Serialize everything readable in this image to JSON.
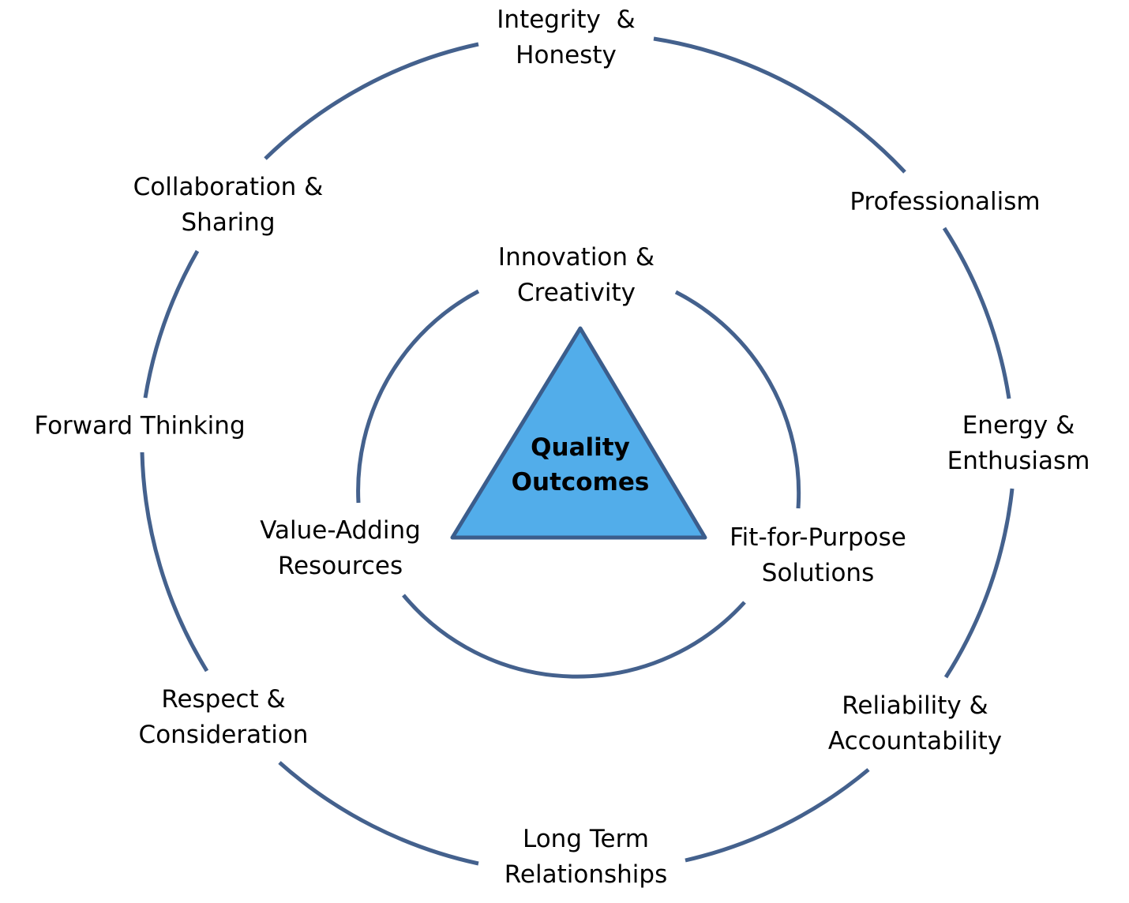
{
  "outer_values": [
    {
      "id": "integrity",
      "text": "Integrity  &\nHonesty"
    },
    {
      "id": "professionalism",
      "text": "Professionalism"
    },
    {
      "id": "energy",
      "text": "Energy &\nEnthusiasm"
    },
    {
      "id": "reliability",
      "text": "Reliability &\nAccountability"
    },
    {
      "id": "long-term",
      "text": "Long Term\nRelationships"
    },
    {
      "id": "respect",
      "text": "Respect &\nConsideration"
    },
    {
      "id": "forward",
      "text": "Forward Thinking"
    },
    {
      "id": "collaboration",
      "text": "Collaboration &\nSharing"
    }
  ],
  "inner_values": [
    {
      "id": "innovation",
      "text": "Innovation &\nCreativity"
    },
    {
      "id": "fit-for-purpose",
      "text": "Fit-for-Purpose\nSolutions"
    },
    {
      "id": "value-adding",
      "text": "Value-Adding\nResources"
    }
  ],
  "center": {
    "text": "Quality\nOutcomes"
  },
  "colors": {
    "ring": "#44618d",
    "triangle_fill": "#52adea",
    "triangle_stroke": "#3b5d8c"
  }
}
